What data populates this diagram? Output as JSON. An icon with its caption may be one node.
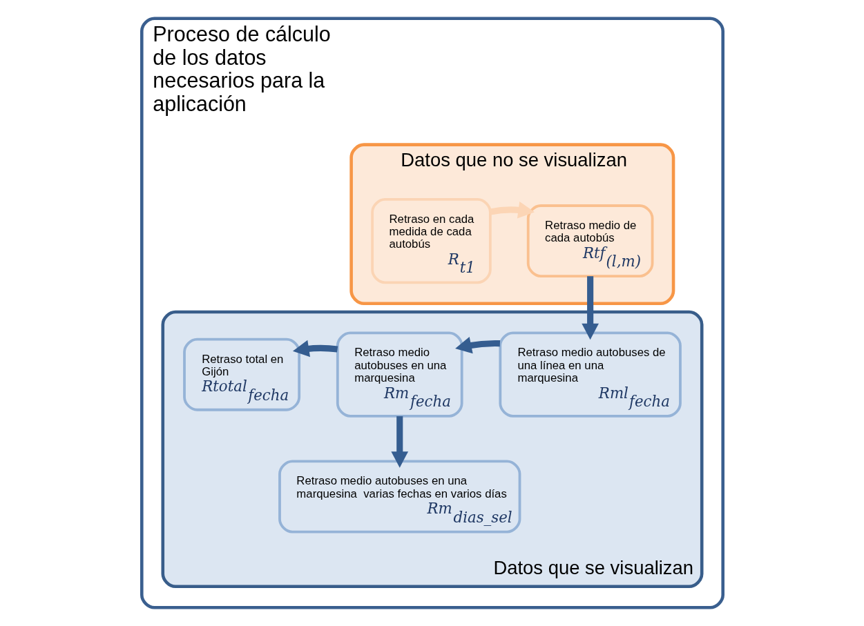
{
  "diagram": {
    "nodes": [
      {
        "text": [
          "Proceso de cálculo de los datos necesarios para la aplicación"
        ]
      },
      {
        "text": [
          "Datos que no se visualizan"
        ],
        "in": 0
      },
      {
        "text": [
          "Retraso en cada medida de cada autobús",
          "R$_{t1}$"
        ],
        "in": 1
      },
      {
        "text": [
          "Retraso medio de cada autobús",
          "Rtf$_{(l,m)}$"
        ],
        "in": 1
      },
      {
        "text": [
          "Datos que se visualizan"
        ],
        "in": 0
      },
      {
        "text": [
          "Retraso total en Gijón",
          "Rtotal$_{fecha}$"
        ],
        "in": 4
      },
      {
        "text": [
          "Retraso medio autobuses en una marquesina",
          "Rm$_{fecha}$"
        ],
        "in": 4
      },
      {
        "text": [
          "Retraso medio autobuses de una línea en una marquesina",
          "Rml$_{fecha}$"
        ],
        "in": 4
      },
      {
        "text": [
          "Retraso medio autobuses en una marquesina  varias fechas en varios días",
          "Rm$_{dias_sel}$"
        ],
        "in": 4
      }
    ],
    "edges": [
      {
        "from": 2,
        "to": 3,
        "arrow": "to",
        "color": "#fcd5b5"
      },
      {
        "from": 3,
        "to": 7,
        "arrow": "to"
      },
      {
        "from": 7,
        "to": 6,
        "arrow": "to"
      },
      {
        "from": 6,
        "to": 5,
        "arrow": "to"
      },
      {
        "from": 6,
        "to": 8,
        "arrow": "to"
      }
    ]
  }
}
